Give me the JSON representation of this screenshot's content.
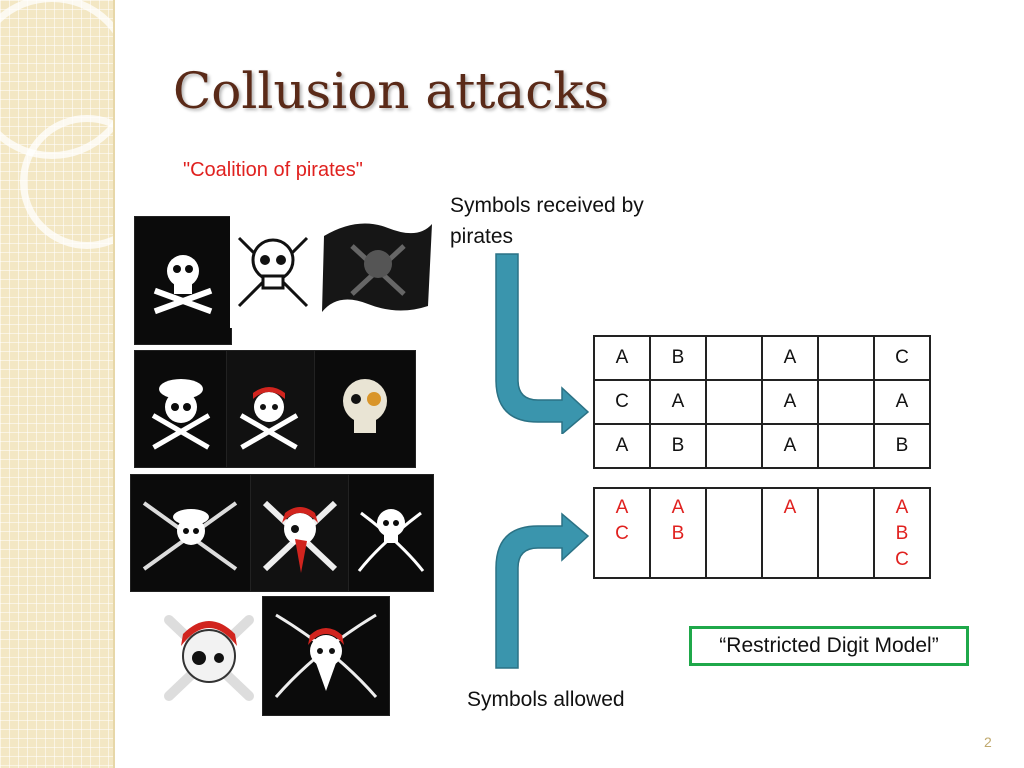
{
  "title": "Collusion attacks",
  "subtitle": "\"Coalition of pirates\"",
  "labels": {
    "received": "Symbols received by pirates",
    "allowed": "Symbols allowed"
  },
  "model_label": "“Restricted Digit Model”",
  "page_number": "2",
  "received_table": [
    [
      "A",
      "B",
      "",
      "A",
      "",
      "C"
    ],
    [
      "C",
      "A",
      "",
      "A",
      "",
      "A"
    ],
    [
      "A",
      "B",
      "",
      "A",
      "",
      "B"
    ]
  ],
  "allowed_row": [
    "A\nC",
    "A\nB",
    "",
    "A",
    "",
    "A\nB\nC"
  ],
  "colors": {
    "title": "#5a2a18",
    "subtitle": "#e0211f",
    "allowed_text": "#e0211f",
    "arrow": "#3a95ad",
    "model_border": "#1fa84a"
  }
}
